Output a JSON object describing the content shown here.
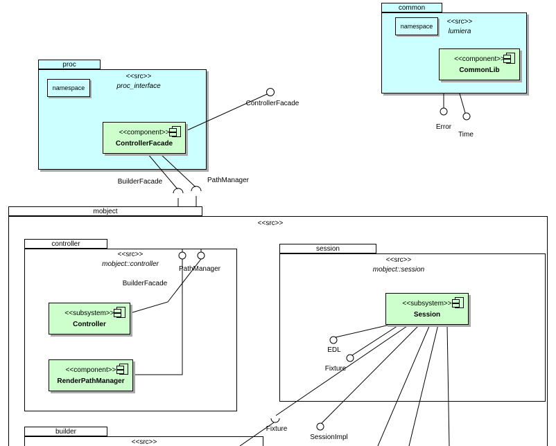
{
  "packages": {
    "common": {
      "name": "common",
      "stereotype": "<<src>>",
      "qualified": "lumiera",
      "namespace": "namespace"
    },
    "proc": {
      "name": "proc",
      "stereotype": "<<src>>",
      "qualified": "proc_interface",
      "namespace": "namespace"
    },
    "mobject": {
      "name": "mobject",
      "stereotype": "<<src>>"
    },
    "controller": {
      "name": "controller",
      "stereotype": "<<src>>",
      "qualified": "mobject::controller"
    },
    "session": {
      "name": "session",
      "stereotype": "<<src>>",
      "qualified": "mobject::session"
    },
    "builder": {
      "name": "builder",
      "stereotype": "<<src>>"
    }
  },
  "components": {
    "commonlib": {
      "stereotype": "<<component>>",
      "name": "CommonLib"
    },
    "controller_facade": {
      "stereotype": "<<component>>",
      "name": "ControllerFacade"
    },
    "controller": {
      "stereotype": "<<subsystem>>",
      "name": "Controller"
    },
    "render_path_manager": {
      "stereotype": "<<component>>",
      "name": "RenderPathManager"
    },
    "session": {
      "stereotype": "<<subsystem>>",
      "name": "Session"
    }
  },
  "interfaces": {
    "controller_facade": "ControllerFacade",
    "builder_facade_proc": "BuilderFacade",
    "path_manager_proc": "PathManager",
    "error": "Error",
    "time": "Time",
    "path_manager": "PathManager",
    "builder_facade": "BuilderFacade",
    "edl": "EDL",
    "fixture": "Fixture",
    "fixture_builder": "Fixture",
    "session_impl": "SessionImpl"
  },
  "colors": {
    "package_fill": "#ccffff",
    "component_fill": "#ccffcc",
    "plain_fill": "#ffffff",
    "border": "#000000",
    "shadow": "#a9a9a9"
  }
}
